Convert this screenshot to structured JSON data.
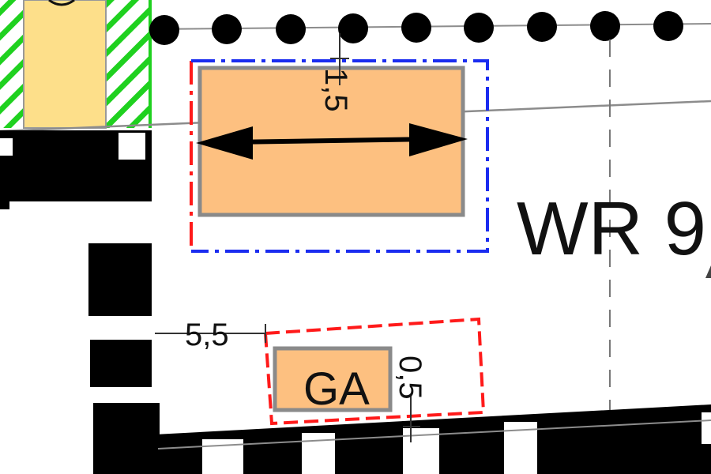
{
  "plan": {
    "zone_label": "WR 9",
    "garage_label": "GA",
    "dimensions": {
      "top": "1,5",
      "left": "5,5",
      "right": "0,5"
    }
  },
  "colors": {
    "building_fill": "#FDC080",
    "building_stroke": "#8a8a8a",
    "blue_boundary": "#1a2cf0",
    "red_boundary": "#ff1a1a",
    "green_hatch": "#1fd11f",
    "yellow_fill": "#FDDF8A",
    "black": "#000000",
    "grey_line": "#8c8c8c"
  }
}
